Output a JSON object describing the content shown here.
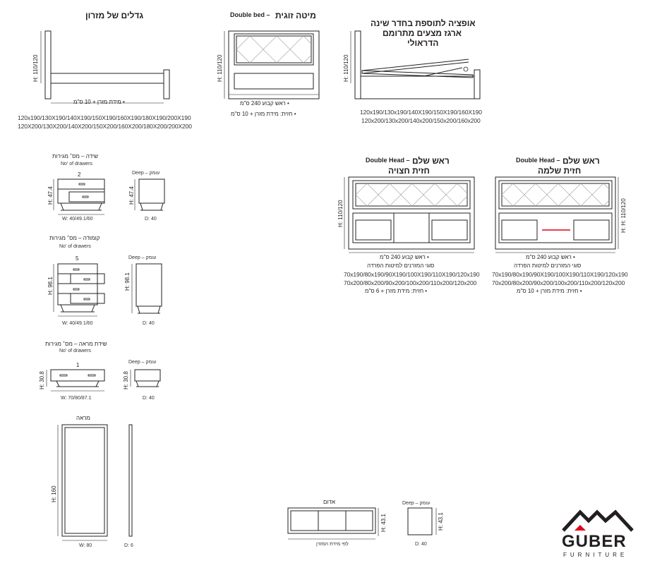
{
  "bed_sizes": {
    "title": "גדלים של מזרון",
    "height": "H: 110/120",
    "width_note": "• מידת מזרן + 10 ס\"מ",
    "sizes_line1": "120x190/130X190/140X190/150X190/160X190/180X190/200X190",
    "sizes_line2": "120X200/130X200/140X200/150X200/160X200/180X200/200X200"
  },
  "double_bed": {
    "title_en": "Double bed –",
    "title_he": "מיטה זוגית",
    "height": "H: 110/120",
    "head_note": "• ראש קבוע 240 ס\"מ",
    "front_note": "• חזית: מידת מזרן + 10 ס\"מ"
  },
  "storage_option": {
    "title_line1": "אופציה לתוספת בחדר שינה",
    "title_line2": "ארגז מצעים מתרומם",
    "title_line3": "הדראולי",
    "height": "H: 110/120",
    "sizes_line1": "120x190/130x190/140X190/150X190/160X190",
    "sizes_line2": "120x200/130x200/140x200/150x200/160x200"
  },
  "half_front": {
    "title_en": "Double Head –",
    "title_he": "ראש שלם",
    "subtitle": "חזית חצויה",
    "height": "H: 110/120",
    "head_note": "• ראש קבוע 240 ס\"מ",
    "mattress_types": "סוגי המזרנים למיטות הפרדה",
    "sizes_line1": "70x190/80x190/90X190/100X190/110X190/120x190",
    "sizes_line2": "70x200/80x200/90x200/100x200/110x200/120x200",
    "front_note": "• חזית: מידת מזרן + 6 ס\"מ"
  },
  "full_front": {
    "title_en": "Double Head –",
    "title_he": "ראש שלם",
    "subtitle": "חזית שלמה",
    "height": "H: H: 110/120",
    "head_note": "• ראש קבוע 240 ס\"מ",
    "mattress_types": "סוגי המזרנים למיטות הפרדה",
    "sizes_line1": "70x190/80x190/90X190/100X190/110X190/120x190",
    "sizes_line2": "70x200/80x200/90x200/100x200/110x200/120x200",
    "front_note": "• חזית: מידת מזרן + 10 ס\"מ"
  },
  "nightstand": {
    "title": "שידה – מס׳ מגירות",
    "drawers_label": "No' of drawers",
    "drawers": "2",
    "height": "H: 47.4",
    "width": "W: 40/49.1/60",
    "deep_label": "Deep – עומק",
    "side_height": "H: 47.4",
    "depth": "D: 40"
  },
  "chest": {
    "title": "קומודה – מס׳ מגירות",
    "drawers_label": "No' of drawers",
    "drawers": "5",
    "height": "H: 98.1",
    "width": "W: 40/49.1/60",
    "deep_label": "Deep – עומק",
    "side_height": "H: 98.1",
    "depth": "D: 40"
  },
  "dresser": {
    "title": "שידת מראה – מס׳ מגירות",
    "drawers_label": "No' of drawers",
    "drawers": "1",
    "height": "H: 30.8",
    "width": "W: 70/80/87.1",
    "deep_label": "Deep – עומק",
    "side_height": "H: 30.8",
    "depth": "D: 40"
  },
  "mirror": {
    "title": "מראה",
    "height": "H: 160",
    "width": "W: 80",
    "depth": "D: 6"
  },
  "bench": {
    "title": "אדום",
    "height": "H: 43.1",
    "width_note": "לפי מידת המזרן",
    "deep_label": "Deep – עומק",
    "side_height": "H: 43.1",
    "depth": "D: 40"
  },
  "logo": {
    "name": "GUBER",
    "sub": "FURNITURE",
    "accent_color": "#e3001b"
  }
}
